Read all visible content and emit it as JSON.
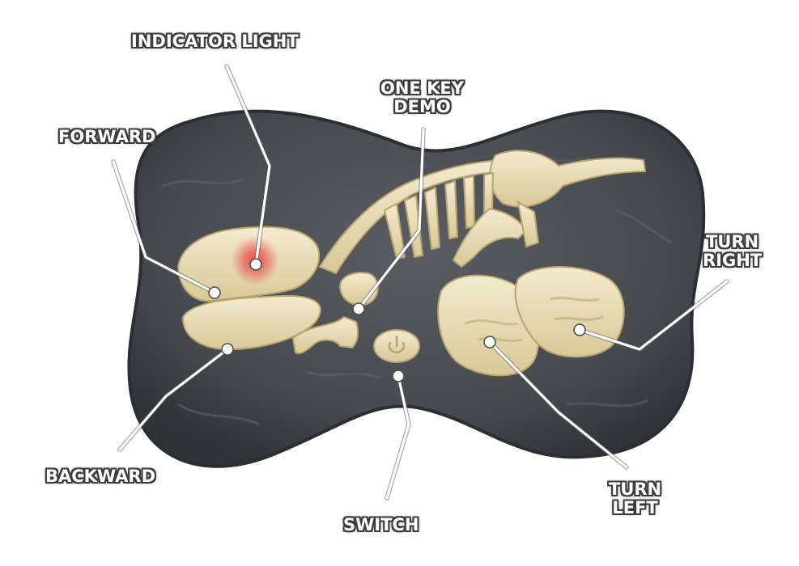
{
  "labels": {
    "indicator_light": "INDICATOR LIGHT",
    "forward": "FORWARD",
    "one_key_demo": [
      "ONE KEY",
      "DEMO"
    ],
    "turn_right": [
      "TURN",
      "RIGHT"
    ],
    "backward": "BACKWARD",
    "switch": "SWITCH",
    "turn_left": [
      "TURN",
      "LEFT"
    ]
  },
  "colors": {
    "remote_body": "#4b4e53",
    "remote_edge": "#2f3236",
    "bone": "#ecdfb4",
    "bone_shadow": "#c6b57e",
    "indicator_glow": "#e8333a",
    "label_text": "#ffffff",
    "label_outline": "#3c3c3c"
  }
}
